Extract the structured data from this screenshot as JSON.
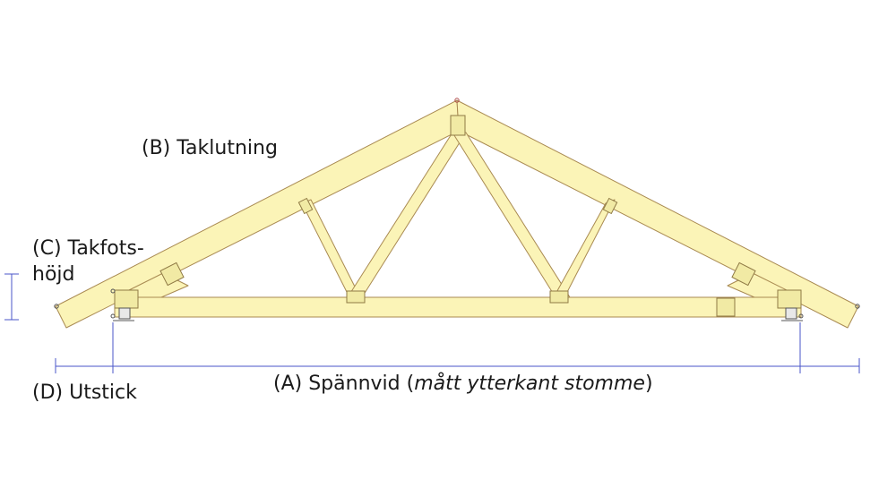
{
  "labels": {
    "pitch": "(B) Taklutning",
    "eave_height_line1": "(C) Takfots-",
    "eave_height_line2": "höjd",
    "overhang": "(D) Utstick",
    "span_prefix": "(A) Spännvid (",
    "span_italic": "mått ytterkant stomme",
    "span_suffix": ")"
  },
  "colors": {
    "timber_fill": "#fbf4b7",
    "timber_stroke": "#a98a52",
    "plate_fill": "#f1eaa4",
    "dimension_line": "#4a55c9",
    "node": "#b04a4a"
  }
}
